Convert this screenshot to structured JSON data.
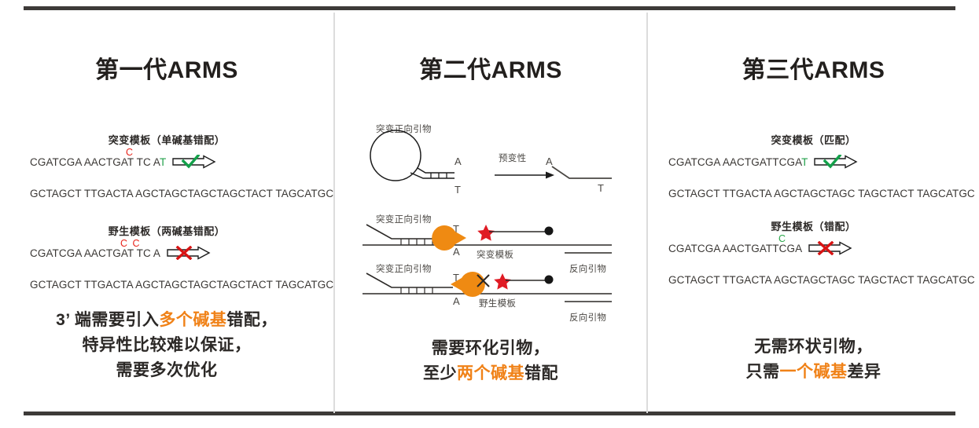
{
  "figure": {
    "title_context": "ARMS technology generations comparison",
    "colors": {
      "rule": "#3d3a38",
      "divider": "#dcdcdc",
      "highlight_orange": "#f08218",
      "mismatch_red": "#e8231a",
      "match_green": "#21a04a",
      "pacman_orange": "#ef8a12",
      "star_red": "#e01b24",
      "text_dark": "#2b2826"
    }
  },
  "panels": [
    {
      "id": "generation-1",
      "title": "第一代ARMS",
      "blocks": [
        {
          "heading": "突变模板（单碱基错配）",
          "marks": "C",
          "mark_color": "red",
          "primer_seq_pre": "CGATCGA AACTGAT TC A",
          "primer_seq_last": "T",
          "result": "check",
          "template_seq": "GCTAGCT TTGACTA AGCTAGCTAGCTAGCTACT TAGCATGC"
        },
        {
          "heading": "野生模板（两碱基错配）",
          "marks": "C C",
          "mark_color": "red",
          "primer_seq_pre": "CGATCGA AACTGAT TC A",
          "primer_seq_last": "",
          "result": "cross",
          "template_seq": "GCTAGCT TTGACTA AGCTAGCTAGCTAGCTACT TAGCATGC"
        }
      ],
      "conclusion": [
        {
          "segments": [
            {
              "t": "3’ 端需要引入",
              "hl": false
            },
            {
              "t": "多个碱基",
              "hl": true
            },
            {
              "t": "错配，",
              "hl": false
            }
          ]
        },
        {
          "segments": [
            {
              "t": "特异性比较难以保证，",
              "hl": false
            }
          ]
        },
        {
          "segments": [
            {
              "t": "需要多次优化",
              "hl": false
            }
          ]
        }
      ]
    },
    {
      "id": "generation-2",
      "title": "第二代ARMS",
      "diagram": {
        "hairpin_label": "突变正向引物",
        "hairpin_base_top": "A",
        "hairpin_base_bottom": "T",
        "transition_label": "预变性",
        "linear_base_top": "A",
        "linear_base_bottom": "T",
        "rows": [
          {
            "id": "mutant-template-row",
            "primer_label": "突变正向引物",
            "base_top": "T",
            "base_bottom": "A",
            "template_label": "突变模板",
            "reverse_primer_label": "反向引物",
            "blocked": false,
            "pacman_direction": "right"
          },
          {
            "id": "wild-template-row",
            "primer_label": "突变正向引物",
            "base_top": "T",
            "base_bottom": "A",
            "template_label": "野生模板",
            "reverse_primer_label": "反向引物",
            "blocked": true,
            "pacman_direction": "left"
          }
        ]
      },
      "conclusion": [
        {
          "segments": [
            {
              "t": "需要环化引物，",
              "hl": false
            }
          ]
        },
        {
          "segments": [
            {
              "t": "至少",
              "hl": false
            },
            {
              "t": "两个碱基",
              "hl": true
            },
            {
              "t": "错配",
              "hl": false
            }
          ]
        }
      ]
    },
    {
      "id": "generation-3",
      "title": "第三代ARMS",
      "blocks": [
        {
          "heading": "突变模板（匹配）",
          "marks": "",
          "mark_color": "none",
          "primer_seq_pre": "CGATCGA AACTGATTCGA",
          "primer_seq_last": "T",
          "result": "check",
          "template_seq": "GCTAGCT TTGACTA AGCTAGCTAGC TAGCTACT TAGCATGC"
        },
        {
          "heading": "野生模板（错配）",
          "marks": "C",
          "mark_color": "green",
          "primer_seq_pre": "CGATCGA AACTGATTCGA",
          "primer_seq_last": "",
          "result": "cross",
          "template_seq": "GCTAGCT TTGACTA AGCTAGCTAGC TAGCTACT TAGCATGC"
        }
      ],
      "conclusion": [
        {
          "segments": [
            {
              "t": "无需环状引物，",
              "hl": false
            }
          ]
        },
        {
          "segments": [
            {
              "t": "只需",
              "hl": false
            },
            {
              "t": "一个碱基",
              "hl": true
            },
            {
              "t": "差异",
              "hl": false
            }
          ]
        }
      ]
    }
  ]
}
